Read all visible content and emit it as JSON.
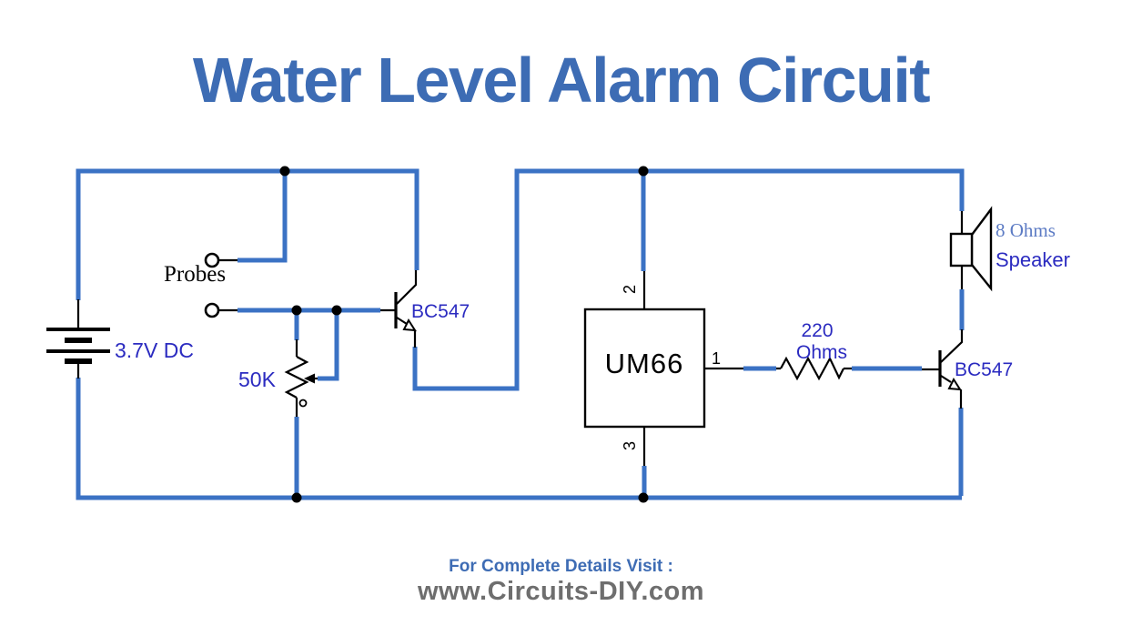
{
  "title": "Water Level Alarm Circuit",
  "colors": {
    "title_blue": "#3D6CB4",
    "wire_blue": "#3B72C4",
    "label_navy": "#2B2BC0",
    "speaker_ohms_blue": "#5C7BC4",
    "footer_gray": "#6E6E6E",
    "component_black": "#000000"
  },
  "circuit": {
    "battery": {
      "label": "3.7V DC"
    },
    "probes": {
      "label": "Probes"
    },
    "potentiometer": {
      "label": "50K"
    },
    "transistor1": {
      "label": "BC547"
    },
    "transistor2": {
      "label": "BC547"
    },
    "ic": {
      "label": "UM66",
      "pin1": "1",
      "pin2": "2",
      "pin3": "3"
    },
    "resistor": {
      "value_line1": "220",
      "value_line2": "Ohms"
    },
    "speaker": {
      "impedance": "8 Ohms",
      "label": "Speaker"
    }
  },
  "footer": {
    "line1": "For Complete Details Visit :",
    "line2": "www.Circuits-DIY.com"
  }
}
